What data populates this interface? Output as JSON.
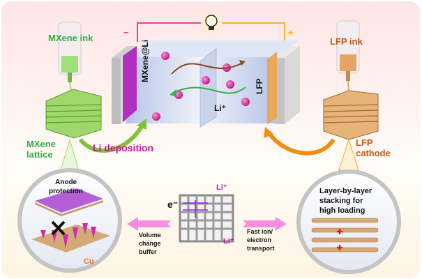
{
  "labels": {
    "mxene_ink": "MXene ink",
    "mxene_lattice_1": "MXene",
    "mxene_lattice_2": "lattice",
    "li_deposition": "Li deposition",
    "lfp_ink": "LFP ink",
    "lfp_cathode_1": "LFP",
    "lfp_cathode_2": "cathode",
    "anode_label": "MXene@Li",
    "cathode_label": "LFP",
    "li_ion_cell": "Li⁺",
    "minus_sign": "−",
    "plus_sign": "+",
    "anode_protection_1": "Anode",
    "anode_protection_2": "protection",
    "cu_label": "Cu",
    "electron": "e⁻",
    "li_ion_top": "Li⁺",
    "li_ion_bottom": "Li⁺",
    "volume_1": "Volume",
    "volume_2": "change",
    "volume_3": "buffer",
    "fast_1": "Fast ion/",
    "fast_2": "electron",
    "fast_3": "transport",
    "layer_1": "Layer-by-layer",
    "layer_2": "stacking for",
    "layer_3": "high loading"
  },
  "colors": {
    "mxene_green": "#2fae49",
    "lfp_orange": "#c5561a",
    "li_magenta": "#c0189c",
    "wire_negative": "#ee3e9a",
    "wire_positive": "#f5b229",
    "arrow_pink": "#f78de0"
  }
}
